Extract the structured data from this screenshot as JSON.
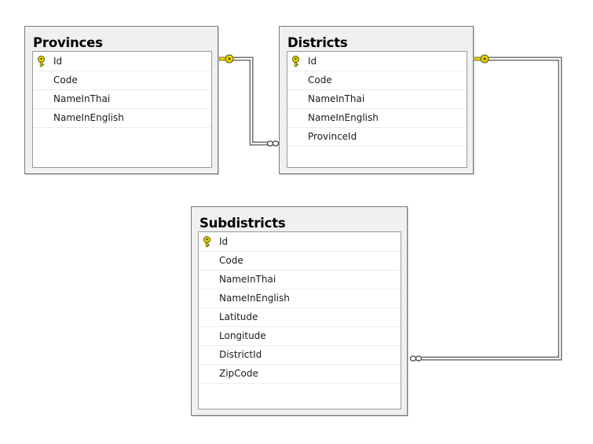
{
  "tables": [
    {
      "name": "Provinces",
      "columns": [
        {
          "name": "Id",
          "primary_key": true
        },
        {
          "name": "Code",
          "primary_key": false
        },
        {
          "name": "NameInThai",
          "primary_key": false
        },
        {
          "name": "NameInEnglish",
          "primary_key": false
        }
      ]
    },
    {
      "name": "Districts",
      "columns": [
        {
          "name": "Id",
          "primary_key": true
        },
        {
          "name": "Code",
          "primary_key": false
        },
        {
          "name": "NameInThai",
          "primary_key": false
        },
        {
          "name": "NameInEnglish",
          "primary_key": false
        },
        {
          "name": "ProvinceId",
          "primary_key": false
        }
      ]
    },
    {
      "name": "Subdistricts",
      "columns": [
        {
          "name": "Id",
          "primary_key": true
        },
        {
          "name": "Code",
          "primary_key": false
        },
        {
          "name": "NameInThai",
          "primary_key": false
        },
        {
          "name": "NameInEnglish",
          "primary_key": false
        },
        {
          "name": "Latitude",
          "primary_key": false
        },
        {
          "name": "Longitude",
          "primary_key": false
        },
        {
          "name": "DistrictId",
          "primary_key": false
        },
        {
          "name": "ZipCode",
          "primary_key": false
        }
      ]
    }
  ],
  "relationships": [
    {
      "one": "Provinces",
      "many": "Districts"
    },
    {
      "one": "Districts",
      "many": "Subdistricts"
    }
  ],
  "colors": {
    "key_icon": "#e8d800",
    "key_outline": "#5a5000",
    "connector": "#707070"
  }
}
